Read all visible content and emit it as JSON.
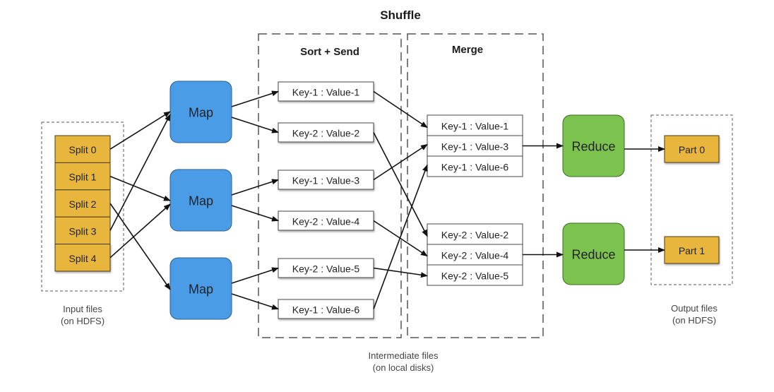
{
  "title": "Shuffle",
  "input": {
    "splits": [
      "Split 0",
      "Split 1",
      "Split 2",
      "Split 3",
      "Split 4"
    ],
    "caption_line1": "Input files",
    "caption_line2": "(on HDFS)"
  },
  "maps": [
    "Map",
    "Map",
    "Map"
  ],
  "sort_send": {
    "title": "Sort + Send",
    "items": [
      "Key-1 : Value-1",
      "Key-2 : Value-2",
      "Key-1 : Value-3",
      "Key-2 : Value-4",
      "Key-2 : Value-5",
      "Key-1 : Value-6"
    ]
  },
  "merge": {
    "title": "Merge",
    "groups": [
      [
        "Key-1 : Value-1",
        "Key-1 : Value-3",
        "Key-1 : Value-6"
      ],
      [
        "Key-2 : Value-2",
        "Key-2 : Value-4",
        "Key-2 : Value-5"
      ]
    ]
  },
  "intermediate_caption_line1": "Intermediate files",
  "intermediate_caption_line2": "(on local disks)",
  "reduces": [
    "Reduce",
    "Reduce"
  ],
  "output": {
    "parts": [
      "Part 0",
      "Part 1"
    ],
    "caption_line1": "Output files",
    "caption_line2": "(on HDFS)"
  },
  "colors": {
    "split_fill": "#e8b63c",
    "map_fill": "#4a9ce6",
    "reduce_fill": "#7cc24e",
    "arrow": "#111111"
  }
}
